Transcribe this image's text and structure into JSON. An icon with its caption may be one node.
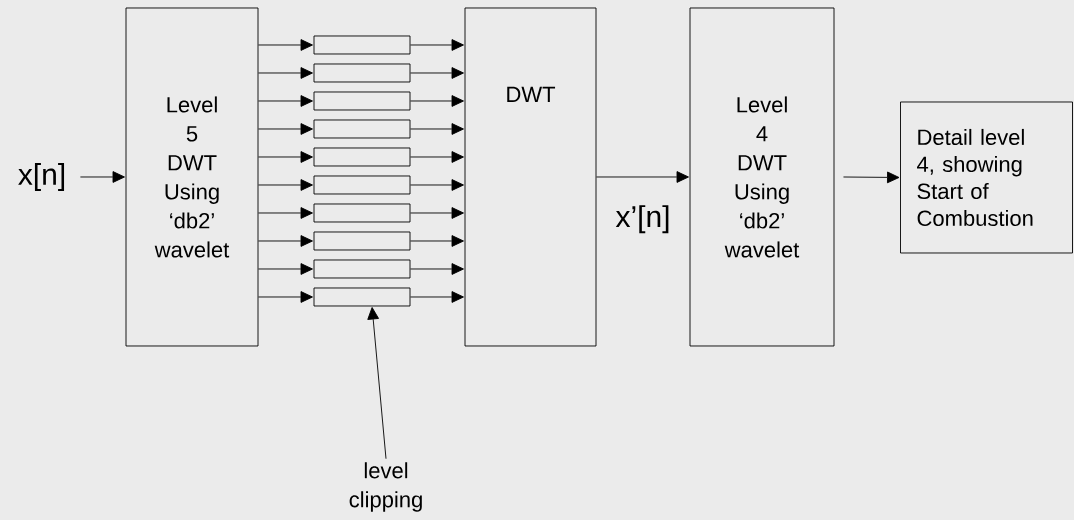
{
  "diagram": {
    "nodes": [
      {
        "text": [
          "x[n]"
        ]
      },
      {
        "text": [
          "Level 5 DWT Using ‘db2’ wavelet"
        ]
      },
      {
        "text": [],
        "shape": "box"
      },
      {
        "text": [],
        "shape": "box"
      },
      {
        "text": [],
        "shape": "box"
      },
      {
        "text": [],
        "shape": "box"
      },
      {
        "text": [],
        "shape": "box"
      },
      {
        "text": [],
        "shape": "box"
      },
      {
        "text": [],
        "shape": "box"
      },
      {
        "text": [],
        "shape": "box"
      },
      {
        "text": [],
        "shape": "box"
      },
      {
        "text": [],
        "shape": "box"
      },
      {
        "text": [
          "DWT"
        ]
      },
      {
        "text": [
          "Level 4 DWT Using ‘db2’ wavelet"
        ]
      },
      {
        "text": [
          "Detail level 4, showing Start of Combustion"
        ]
      },
      {
        "text": [
          "level clipping"
        ]
      }
    ],
    "edges": [
      {
        "from": 0,
        "to": 1,
        "arrow": "to"
      },
      {
        "from": 1,
        "to": 2,
        "arrow": "to"
      },
      {
        "from": 1,
        "to": 3,
        "arrow": "to"
      },
      {
        "from": 1,
        "to": 4,
        "arrow": "to"
      },
      {
        "from": 1,
        "to": 5,
        "arrow": "to"
      },
      {
        "from": 1,
        "to": 6,
        "arrow": "to"
      },
      {
        "from": 1,
        "to": 7,
        "arrow": "to"
      },
      {
        "from": 1,
        "to": 8,
        "arrow": "to"
      },
      {
        "from": 1,
        "to": 9,
        "arrow": "to"
      },
      {
        "from": 1,
        "to": 10,
        "arrow": "to"
      },
      {
        "from": 1,
        "to": 11,
        "arrow": "to"
      },
      {
        "from": 2,
        "to": 12,
        "arrow": "to"
      },
      {
        "from": 3,
        "to": 12,
        "arrow": "to"
      },
      {
        "from": 4,
        "to": 12,
        "arrow": "to"
      },
      {
        "from": 5,
        "to": 12,
        "arrow": "to"
      },
      {
        "from": 6,
        "to": 12,
        "arrow": "to"
      },
      {
        "from": 7,
        "to": 12,
        "arrow": "to"
      },
      {
        "from": 8,
        "to": 12,
        "arrow": "to"
      },
      {
        "from": 9,
        "to": 12,
        "arrow": "to"
      },
      {
        "from": 10,
        "to": 12,
        "arrow": "to"
      },
      {
        "from": 11,
        "to": 12,
        "arrow": "to"
      },
      {
        "from": 12,
        "to": 13,
        "arrow": "to",
        "label": "x’[n]"
      },
      {
        "from": 13,
        "to": 14,
        "arrow": "to"
      },
      {
        "from": 15,
        "to": 11,
        "arrow": "to"
      }
    ]
  }
}
